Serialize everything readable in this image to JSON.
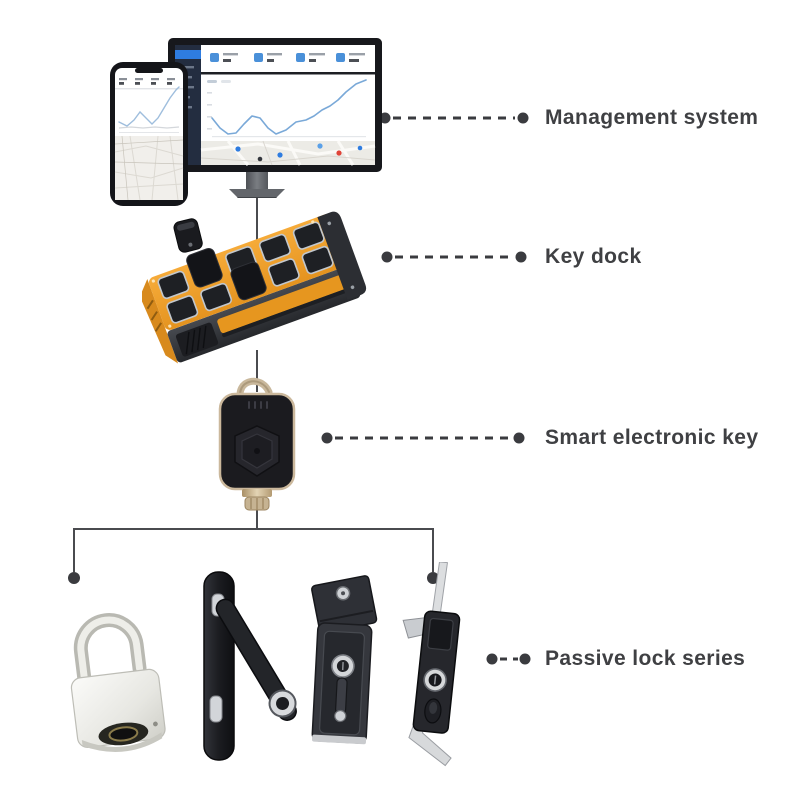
{
  "diagram": {
    "title_hidden": "",
    "rows": [
      {
        "label": "Management system"
      },
      {
        "label": "Key dock"
      },
      {
        "label": "Smart electronic key"
      },
      {
        "label": "Passive lock series"
      }
    ]
  },
  "colors": {
    "label_text": "#3f4043",
    "connector_dark": "#3a3b3f",
    "structure_line": "#4a4b4f",
    "dock_orange": "#f0a12e",
    "dock_orange_dark": "#d88a1d",
    "dock_body_gray": "#3a3d43",
    "key_gold": "#cbb89c",
    "key_body_black": "#1b1b1f",
    "dashboard_sidebar": "#232d40",
    "dashboard_accent_blue": "#2e7ce0",
    "chart_line_blue": "#7aa9d8",
    "map_pin_red": "#e04438",
    "silver": "#d8dadd"
  },
  "illustrations": {
    "management_system": [
      "desktop-monitor-dashboard",
      "smartphone-dashboard"
    ],
    "key_dock": "orange-key-dock-with-slots-and-key-fob",
    "smart_electronic_key": "black-gold-smart-key",
    "passive_lock_series": [
      "padlock",
      "swing-handle-lock",
      "panel-cam-lock",
      "rod-control-lock"
    ]
  }
}
